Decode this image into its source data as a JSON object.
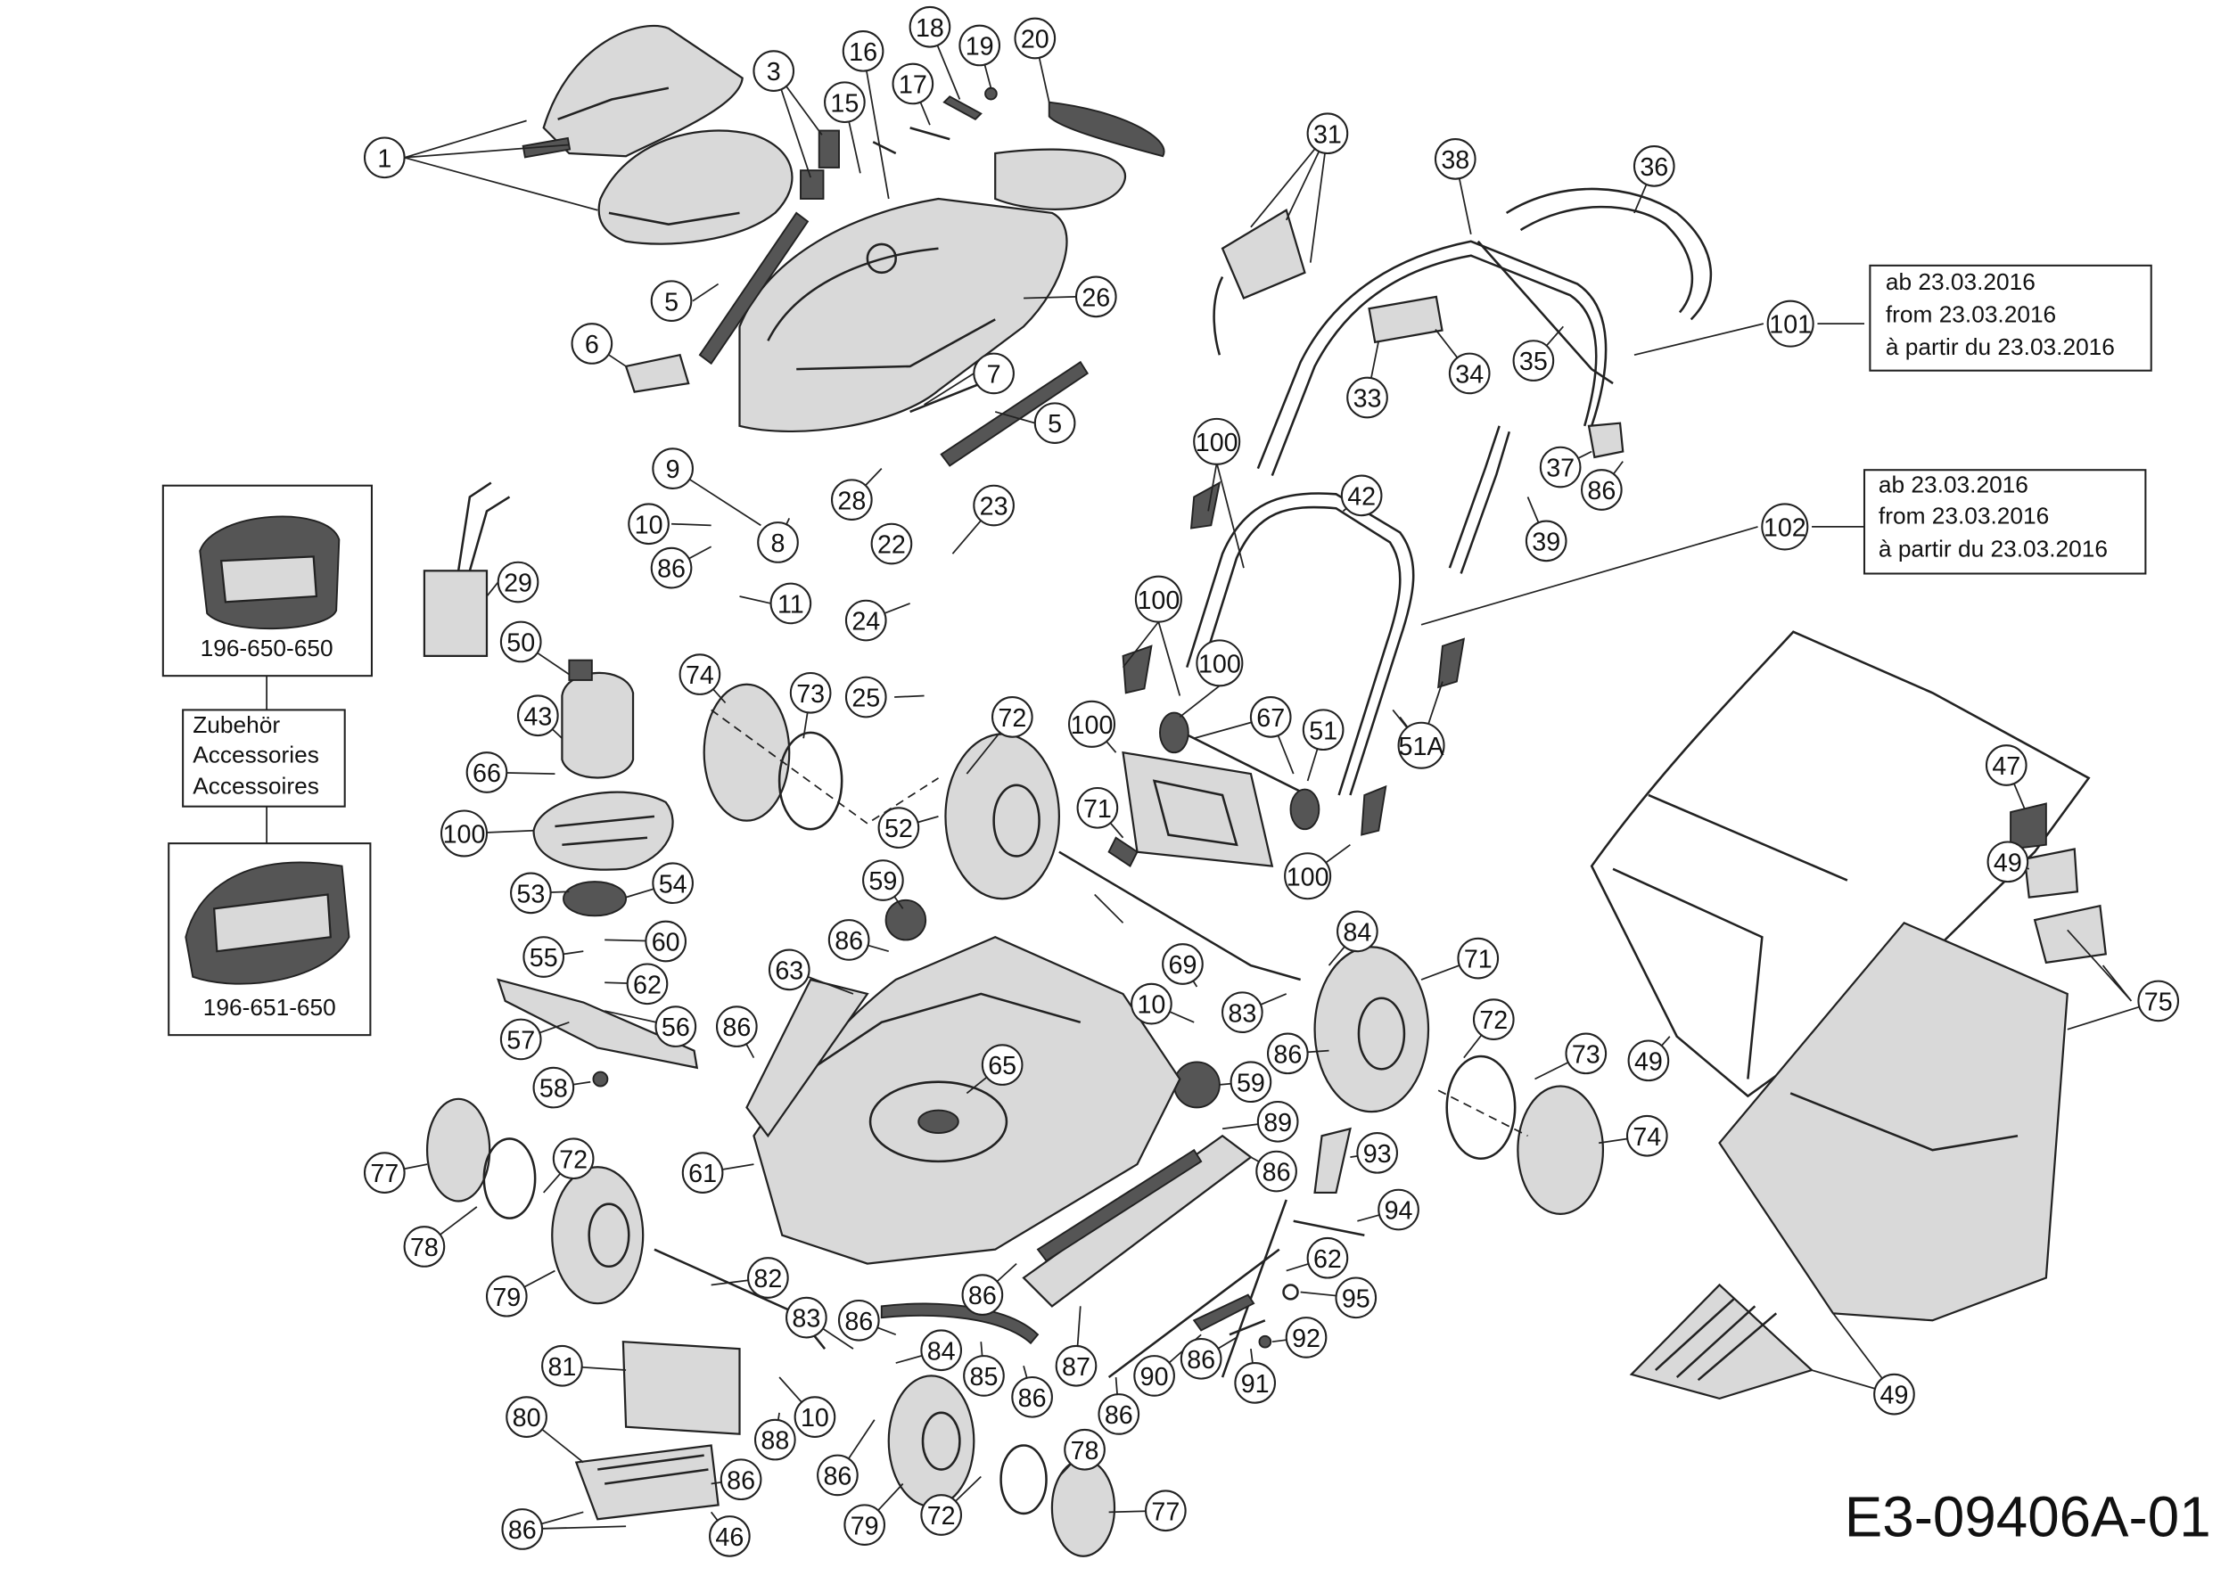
{
  "drawing_code": "E3-09406A-01",
  "date_note_101": [
    "ab 23.03.2016",
    "from 23.03.2016",
    "à partir du 23.03.2016"
  ],
  "date_note_102": [
    "ab 23.03.2016",
    "from 23.03.2016",
    "à partir du 23.03.2016"
  ],
  "accessories": {
    "label": [
      "Zubehör",
      "Accessories",
      "Accessoires"
    ],
    "battery_part": "196-650-650",
    "charger_part": "196-651-650"
  },
  "callouts": [
    "1",
    "3",
    "15",
    "16",
    "17",
    "18",
    "19",
    "20",
    "31",
    "38",
    "36",
    "5",
    "26",
    "6",
    "7",
    "5",
    "35",
    "33",
    "34",
    "101",
    "9",
    "28",
    "23",
    "10",
    "8",
    "22",
    "86",
    "100",
    "42",
    "37",
    "86",
    "39",
    "102",
    "29",
    "11",
    "24",
    "50",
    "25",
    "100",
    "74",
    "73",
    "72",
    "100",
    "51",
    "43",
    "67",
    "100",
    "51A",
    "66",
    "71",
    "52",
    "100",
    "100",
    "53",
    "54",
    "59",
    "55",
    "60",
    "86",
    "84",
    "62",
    "63",
    "69",
    "71",
    "56",
    "86",
    "83",
    "10",
    "72",
    "57",
    "65",
    "86",
    "73",
    "58",
    "59",
    "89",
    "74",
    "77",
    "72",
    "61",
    "86",
    "93",
    "94",
    "78",
    "62",
    "79",
    "82",
    "86",
    "95",
    "83",
    "86",
    "84",
    "85",
    "92",
    "87",
    "81",
    "90",
    "86",
    "91",
    "10",
    "86",
    "80",
    "86",
    "88",
    "78",
    "86",
    "77",
    "86",
    "72",
    "79",
    "86",
    "46",
    "47",
    "49",
    "75",
    "49",
    "49"
  ]
}
